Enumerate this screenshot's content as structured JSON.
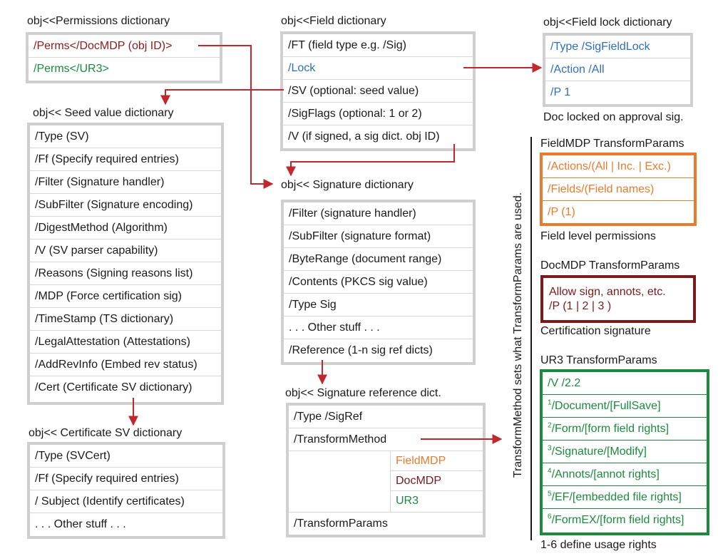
{
  "permissions": {
    "title": "obj<<Permissions dictionary",
    "rows": [
      "/Perms</DocMDP (obj ID)>",
      "/Perms</UR3>"
    ]
  },
  "field": {
    "title": "obj<<Field dictionary",
    "rows": [
      "/FT (field type e.g. /Sig)",
      "/Lock",
      "/SV (optional: seed value)",
      "/SigFlags (optional: 1 or 2)",
      "/V (if signed, a sig dict. obj ID)"
    ]
  },
  "field_lock": {
    "title": "obj<<Field lock dictionary",
    "rows": [
      "/Type /SigFieldLock",
      "/Action /All",
      "/P 1"
    ],
    "caption": "Doc locked on approval sig."
  },
  "seed_value": {
    "title": "obj<< Seed value dictionary",
    "rows": [
      "/Type (SV)",
      "/Ff (Specify required entries)",
      "/Filter (Signature handler)",
      "/SubFilter (Signature encoding)",
      "/DigestMethod (Algorithm)",
      "/V (SV parser capability)",
      "/Reasons (Signing reasons list)",
      "/MDP (Force certification sig)",
      "/TimeStamp (TS dictionary)",
      "/LegalAttestation (Attestations)",
      "/AddRevInfo (Embed rev status)",
      "/Cert (Certificate SV dictionary)"
    ]
  },
  "signature": {
    "title": "obj<< Signature dictionary",
    "rows": [
      "/Filter (signature handler)",
      "/SubFilter (signature format)",
      "/ByteRange (document range)",
      "/Contents (PKCS sig value)",
      "/Type Sig",
      ". . . Other stuff . . .",
      "/Reference (1-n sig ref dicts)"
    ]
  },
  "cert_sv": {
    "title": "obj<< Certificate SV dictionary",
    "rows": [
      "/Type (SVCert)",
      "/Ff (Specify required entries)",
      "/ Subject (Identify certificates)",
      ". . . Other stuff . . ."
    ]
  },
  "sig_ref": {
    "title": "obj<< Signature reference dict.",
    "rows": [
      "/Type /SigRef",
      "/TransformMethod",
      "/TransformParams"
    ],
    "methods": [
      "FieldMDP",
      "DocMDP",
      "UR3"
    ]
  },
  "vertical_label": "TransformMethod sets what TransformParams are used.",
  "fieldmdp": {
    "title": "FieldMDP TransformParams",
    "rows": [
      "/Actions/(All | Inc. | Exc.)",
      "/Fields/(Field names)",
      "/P (1)"
    ],
    "caption": "Field level permissions"
  },
  "docmdp": {
    "title": "DocMDP TransformParams",
    "lines": [
      "Allow sign, annots, etc.",
      "/P (1 | 2 | 3 )"
    ],
    "caption": "Certification signature"
  },
  "ur3": {
    "title": "UR3 TransformParams",
    "rows": [
      {
        "sup": "",
        "text": "/V /2.2"
      },
      {
        "sup": "1",
        "text": "/Document/[FullSave]"
      },
      {
        "sup": "2",
        "text": "/Form/[form field rights]"
      },
      {
        "sup": "3",
        "text": "/Signature/[Modify]"
      },
      {
        "sup": "4",
        "text": "/Annots/[annot rights]"
      },
      {
        "sup": "5",
        "text": "/EF/[embedded file rights]"
      },
      {
        "sup": "6",
        "text": "/FormEX/[form field rights]"
      }
    ],
    "caption": "1-6 define usage rights"
  },
  "colors": {
    "arrow": "#c0282d",
    "box_border": "#cfcfcf",
    "orange": "#e87b2e",
    "green": "#1b8a3e",
    "maroon": "#7a1a1a",
    "blue": "#2d6fb8"
  }
}
